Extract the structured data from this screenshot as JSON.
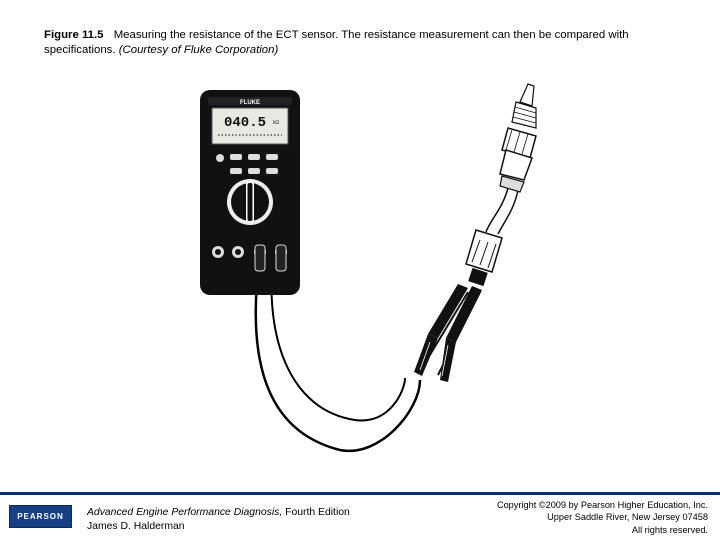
{
  "caption": {
    "figure_number": "Figure 11.5",
    "text": "Measuring the resistance of the ECT sensor. The resistance measurement can then be compared with specifications.",
    "credit": "(Courtesy of Fluke Corporation)"
  },
  "meter": {
    "brand": "FLUKE",
    "display_value": "040.5",
    "display_unit": "kΩ"
  },
  "footer": {
    "logo_text": "PEARSON",
    "book_title": "Advanced Engine Performance Diagnosis,",
    "book_edition": " Fourth Edition",
    "author": "James D. Halderman",
    "copyright_line1": "Copyright ©2009 by Pearson Higher Education, Inc.",
    "copyright_line2": "Upper Saddle River, New Jersey 07458",
    "copyright_line3": "All rights reserved.",
    "bar_color": "#0b2e6f",
    "logo_color": "#173f86"
  }
}
